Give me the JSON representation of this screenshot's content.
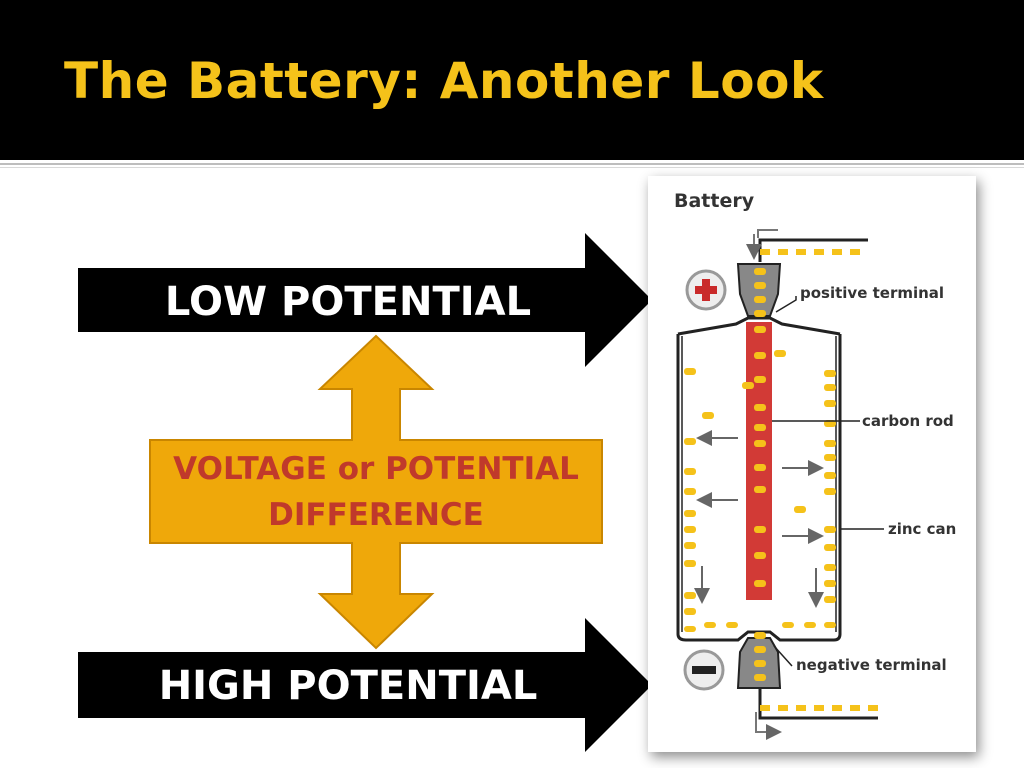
{
  "slide": {
    "title": "The Battery: Another Look"
  },
  "arrows": {
    "top_label": "LOW POTENTIAL",
    "bottom_label": "HIGH POTENTIAL",
    "center_line1": "VOLTAGE or POTENTIAL",
    "center_line2": "DIFFERENCE"
  },
  "battery": {
    "title": "Battery",
    "labels": {
      "positive_terminal": "positive terminal",
      "carbon_rod": "carbon rod",
      "zinc_can": "zinc can",
      "negative_terminal": "negative terminal"
    }
  },
  "colors": {
    "title": "#f5c21a",
    "double_arrow_fill": "#efa80a",
    "double_arrow_text": "#c0392b",
    "electron": "#f5c21a",
    "carbon_rod": "#d23a36"
  }
}
